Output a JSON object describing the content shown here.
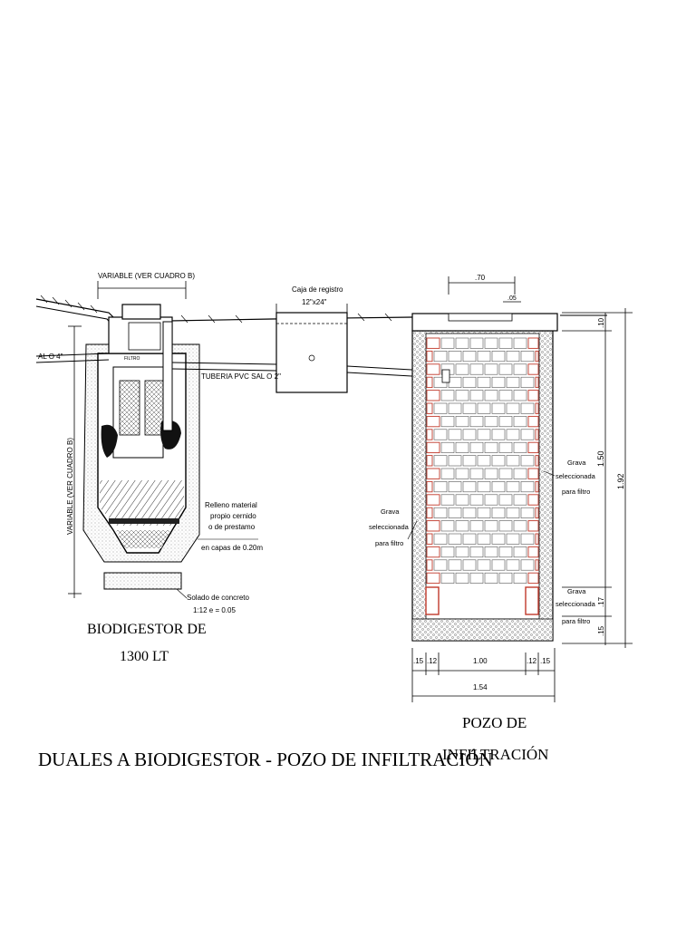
{
  "labels": {
    "variable_top": "VARIABLE  (VER  CUADRO  B)",
    "variable_side": "VARIABLE  (VER  CUADRO  B)",
    "al4": "AL O 4\"",
    "filtro": "FILTRO",
    "caja_registro": "Caja de registro",
    "caja_size": "12\"x24\"",
    "tuberia": "TUBERIA PVC SAL O 2\"",
    "relleno_1": "Relleno material",
    "relleno_2": "propio cernido",
    "relleno_3": "o de prestamo",
    "relleno_4": "en capas de 0.20m",
    "solado_1": "Solado de concreto",
    "solado_2": "1:12 e = 0.05",
    "grava_left_1": "Grava",
    "grava_left_2": "seleccionada",
    "grava_left_3": "para filtro",
    "grava_right_1": "Grava",
    "grava_right_2": "seleccionada",
    "grava_right_3": "para filtro",
    "grava_bot_1": "Grava",
    "grava_bot_2": "seleccionada",
    "grava_bot_3": "para filtro"
  },
  "dimensions": {
    "top_70": ".70",
    "top_05": ".05",
    "right_10": ".10",
    "right_150": "1.50",
    "right_192": "1.92",
    "right_17": ".17",
    "right_15": ".15",
    "bot_15a": ".15",
    "bot_12a": ".12",
    "bot_100": "1.00",
    "bot_12b": ".12",
    "bot_15b": ".15",
    "bot_154": "1.54"
  },
  "titles": {
    "biodigestor_1": "BIODIGESTOR DE",
    "biodigestor_2": "1300 LT",
    "pozo_1": "POZO DE",
    "pozo_2": "INFILTRACIÓN",
    "main": "DUALES A BIODIGESTOR - POZO DE INFILTRACIÓN"
  },
  "colors": {
    "line": "#000000",
    "brick_accent": "#c0392b",
    "gravel": "#999999"
  }
}
